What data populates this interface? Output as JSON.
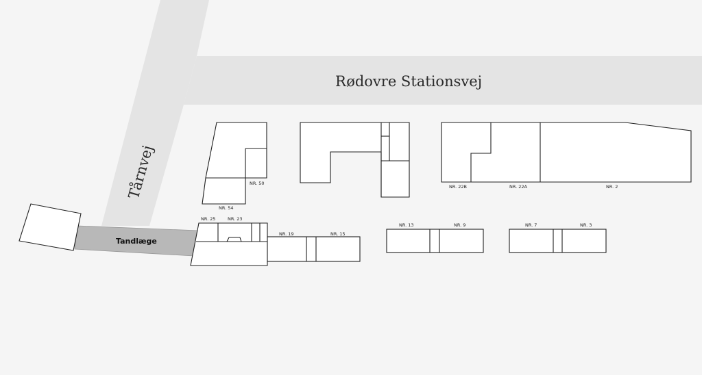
{
  "map": {
    "streets": {
      "main": "Rødovre Stationsvej",
      "side": "Tårnvej"
    },
    "path_label": "Tandlæge",
    "units": {
      "nr_50": "NR. 50",
      "nr_54": "NR. 54",
      "nr_22b": "NR. 22B",
      "nr_22a": "NR. 22A",
      "nr_2": "NR. 2",
      "nr_25": "NR. 25",
      "nr_23": "NR. 23",
      "nr_19": "NR. 19",
      "nr_15": "NR. 15",
      "nr_13": "NR. 13",
      "nr_9": "NR. 9",
      "nr_7": "NR. 7",
      "nr_3": "NR. 3"
    }
  }
}
